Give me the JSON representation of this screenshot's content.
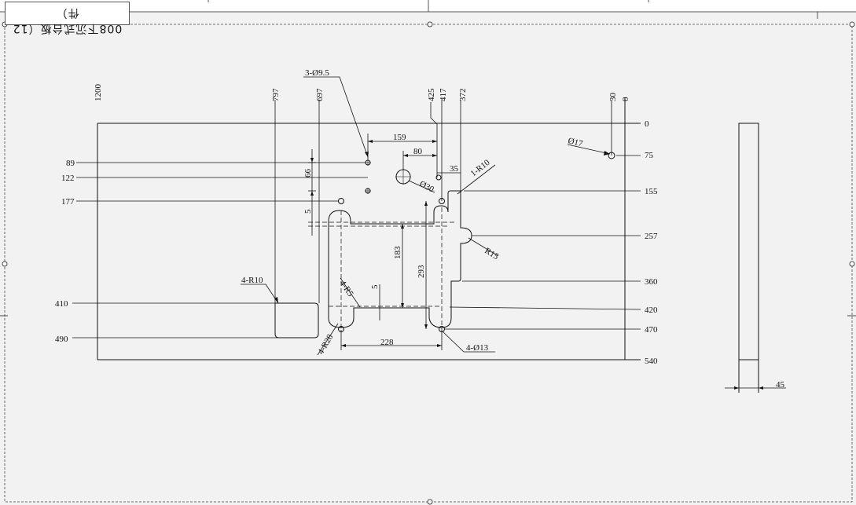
{
  "title_block": {
    "text": "008下沉式台板（12件）"
  },
  "dims": {
    "h1200": "1200",
    "h797": "797",
    "h697": "697",
    "h425": "425",
    "h417": "417",
    "h372": "372",
    "h30": "30",
    "h0top": "0",
    "v0": "0",
    "v75": "75",
    "v155": "155",
    "v257": "257",
    "v360": "360",
    "v420": "420",
    "v470": "470",
    "v540": "540",
    "v89": "89",
    "v122": "122",
    "v177": "177",
    "v410": "410",
    "v490": "490",
    "d159": "159",
    "d80": "80",
    "d35": "35",
    "d66": "66",
    "d5a": "5",
    "d5b": "5",
    "d183": "183",
    "d293": "293",
    "d228": "228",
    "d45": "45"
  },
  "callouts": {
    "holes_9_5": "3-Ø9.5",
    "hole_17": "Ø17",
    "hole_30": "Ø30",
    "r10_single": "1-R10",
    "r15": "R15",
    "r10_four": "4-R10",
    "r5_four": "4-R5",
    "r28_four": "4-R28",
    "holes_13": "4-Ø13"
  }
}
